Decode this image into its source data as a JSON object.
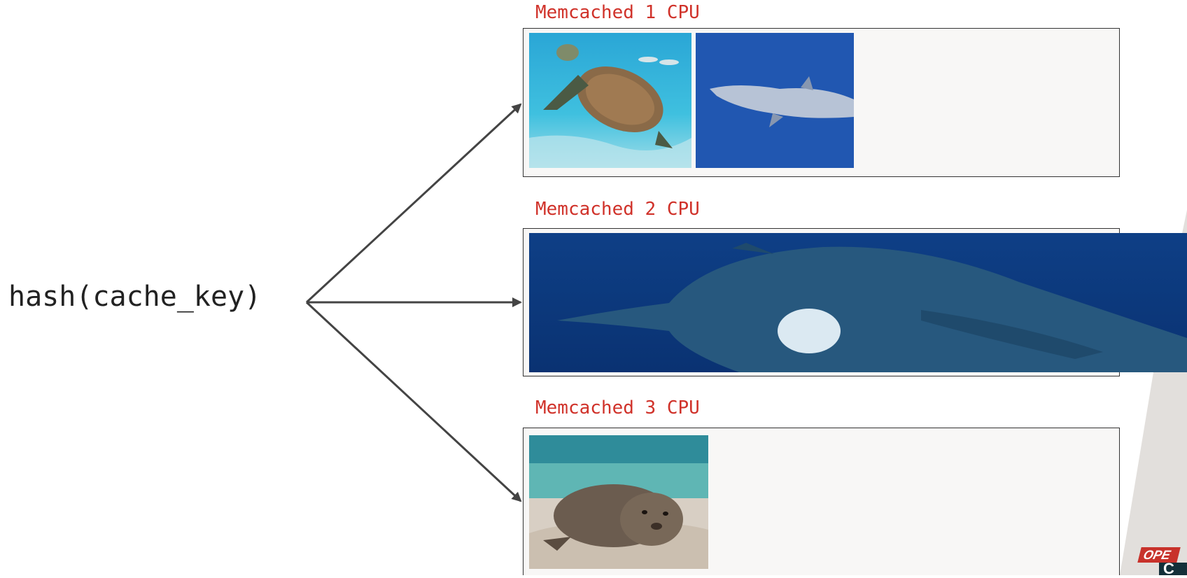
{
  "hash": {
    "label": "hash(cache_key)"
  },
  "servers": [
    {
      "label": "Memcached 1 CPU",
      "items": [
        "sea-turtle-image",
        "dolphin-image"
      ]
    },
    {
      "label": "Memcached 2 CPU",
      "items": [
        "humpback-whale-image"
      ]
    },
    {
      "label": "Memcached 3 CPU",
      "items": [
        "monk-seal-image"
      ]
    }
  ],
  "logo": {
    "text": "OPE"
  },
  "colors": {
    "label_red": "#d0322a",
    "arrow": "#444444",
    "box_bg": "#f8f7f6"
  }
}
